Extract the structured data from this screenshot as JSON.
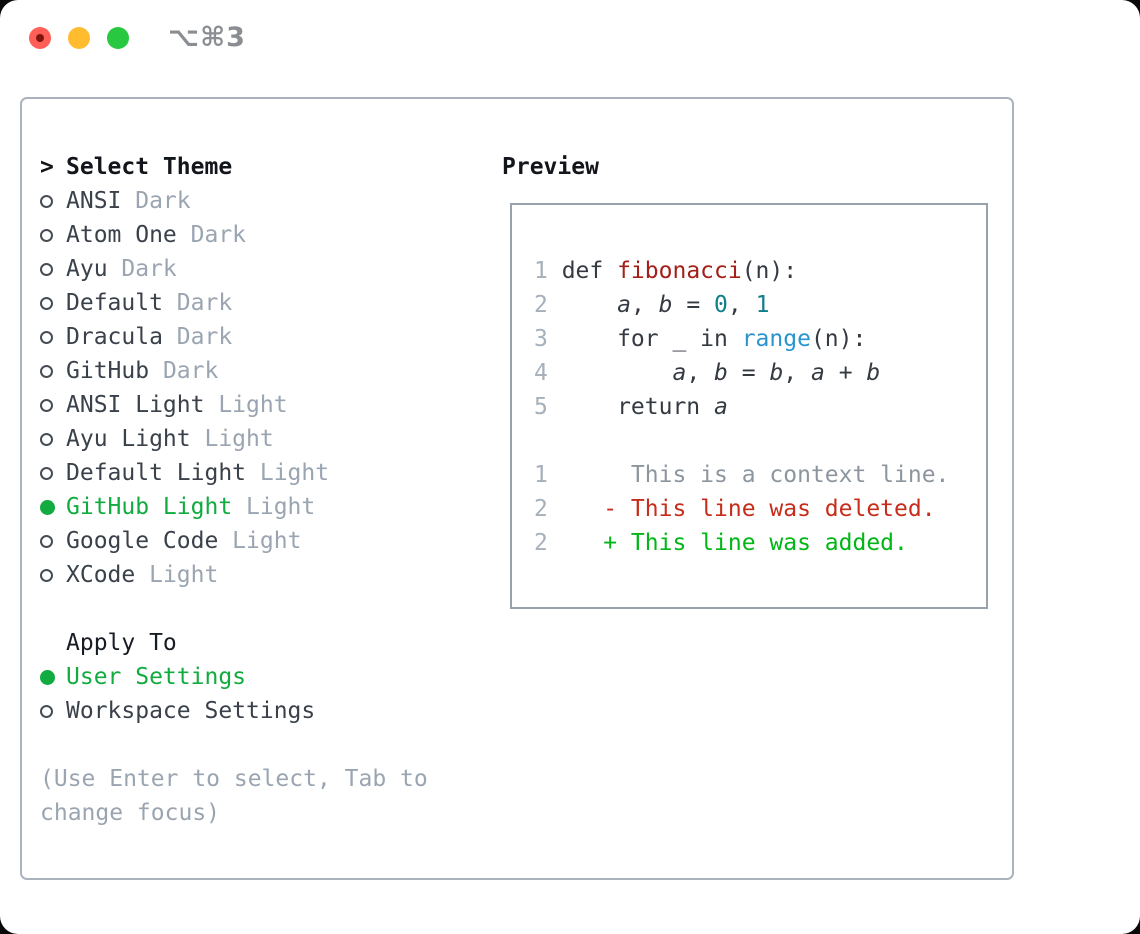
{
  "window": {
    "title": "⌥⌘3"
  },
  "colors": {
    "traffic_close": "#ff5f57",
    "traffic_minimize": "#febc2e",
    "traffic_zoom": "#28c840",
    "selected_green": "#12ab40",
    "radio_ring": "#464d55",
    "num": "#a6b0ba",
    "code": "#343a41",
    "var": "#343a41",
    "func": "#a32019",
    "lit": "#0d7e8a",
    "call": "#2a94cf",
    "ctx": "#8d969e",
    "del": "#c62d1b",
    "add": "#00b716"
  },
  "theme_panel": {
    "header_prefix": ">",
    "header": "Select Theme",
    "items": [
      {
        "name": "ANSI",
        "variant": "Dark",
        "selected": false
      },
      {
        "name": "Atom One",
        "variant": "Dark",
        "selected": false
      },
      {
        "name": "Ayu",
        "variant": "Dark",
        "selected": false
      },
      {
        "name": "Default",
        "variant": "Dark",
        "selected": false
      },
      {
        "name": "Dracula",
        "variant": "Dark",
        "selected": false
      },
      {
        "name": "GitHub",
        "variant": "Dark",
        "selected": false
      },
      {
        "name": "ANSI Light",
        "variant": "Light",
        "selected": false
      },
      {
        "name": "Ayu Light",
        "variant": "Light",
        "selected": false
      },
      {
        "name": "Default Light",
        "variant": "Light",
        "selected": false
      },
      {
        "name": "GitHub Light",
        "variant": "Light",
        "selected": true
      },
      {
        "name": "Google Code",
        "variant": "Light",
        "selected": false
      },
      {
        "name": "XCode",
        "variant": "Light",
        "selected": false
      }
    ],
    "apply_to": {
      "header": "Apply To",
      "options": [
        {
          "name": "User Settings",
          "selected": true
        },
        {
          "name": "Workspace Settings",
          "selected": false
        }
      ]
    },
    "hint_lines": [
      "(Use Enter to select, Tab to",
      "change focus)"
    ]
  },
  "preview": {
    "header": "Preview",
    "lines": [
      {
        "num": "1",
        "segments": [
          {
            "t": "def ",
            "c": "code"
          },
          {
            "t": "fibonacci",
            "c": "func"
          },
          {
            "t": "(n):",
            "c": "code"
          }
        ]
      },
      {
        "num": "2",
        "segments": [
          {
            "t": "    ",
            "c": "code"
          },
          {
            "t": "a",
            "c": "var"
          },
          {
            "t": ", ",
            "c": "code"
          },
          {
            "t": "b",
            "c": "var"
          },
          {
            "t": " = ",
            "c": "code"
          },
          {
            "t": "0",
            "c": "lit"
          },
          {
            "t": ", ",
            "c": "code"
          },
          {
            "t": "1",
            "c": "lit"
          }
        ]
      },
      {
        "num": "3",
        "segments": [
          {
            "t": "    for _ in ",
            "c": "code"
          },
          {
            "t": "range",
            "c": "call"
          },
          {
            "t": "(n):",
            "c": "code"
          }
        ]
      },
      {
        "num": "4",
        "segments": [
          {
            "t": "        ",
            "c": "code"
          },
          {
            "t": "a",
            "c": "var"
          },
          {
            "t": ", ",
            "c": "code"
          },
          {
            "t": "b",
            "c": "var"
          },
          {
            "t": " = ",
            "c": "code"
          },
          {
            "t": "b",
            "c": "var"
          },
          {
            "t": ", ",
            "c": "code"
          },
          {
            "t": "a",
            "c": "var"
          },
          {
            "t": " + ",
            "c": "code"
          },
          {
            "t": "b",
            "c": "var"
          }
        ]
      },
      {
        "num": "5",
        "segments": [
          {
            "t": "    return ",
            "c": "code"
          },
          {
            "t": "a",
            "c": "var"
          }
        ]
      },
      {
        "num": "",
        "segments": []
      },
      {
        "num": "1",
        "segments": [
          {
            "t": "     This is a context line.",
            "c": "ctx"
          }
        ]
      },
      {
        "num": "2",
        "segments": [
          {
            "t": "   - This line was deleted.",
            "c": "del"
          }
        ]
      },
      {
        "num": "2",
        "segments": [
          {
            "t": "   + This line was added.",
            "c": "add"
          }
        ]
      }
    ]
  }
}
